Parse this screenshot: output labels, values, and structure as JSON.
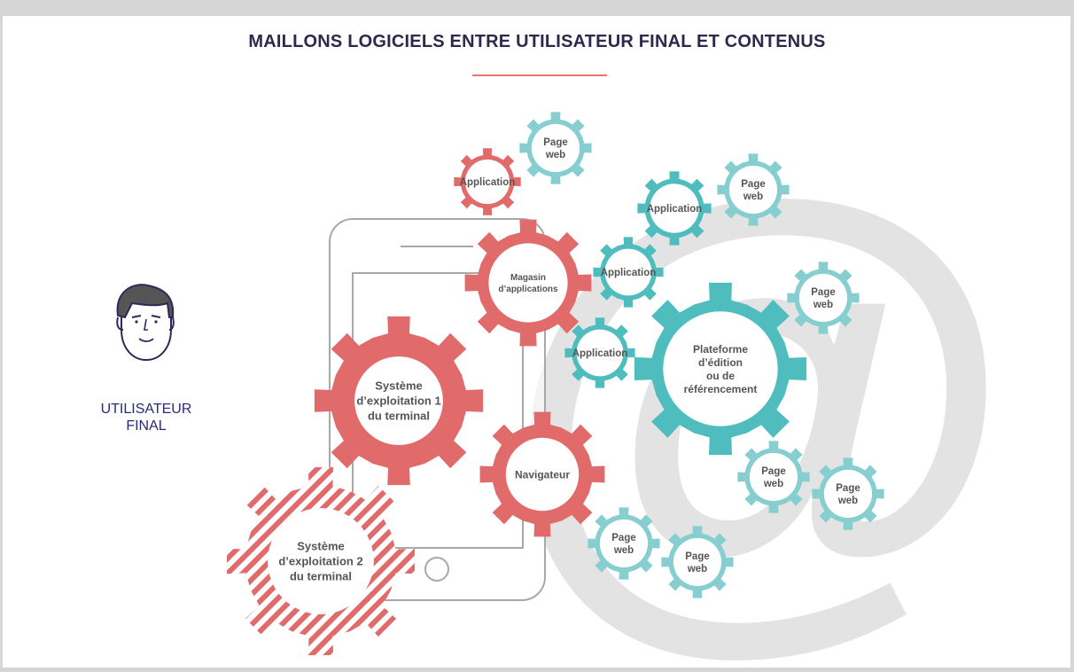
{
  "title": "MAILLONS LOGICIELS ENTRE UTILISATEUR FINAL ET CONTENUS",
  "user": {
    "label_line1": "UTILISATEUR",
    "label_line2": "FINAL",
    "icon": "user-face-icon"
  },
  "symbol": "@",
  "colors": {
    "title": "#2b2a4c",
    "accent_rule": "#e17673",
    "red_gear": "#e06b6a",
    "teal_gear": "#4fbcbe",
    "light_teal_gear": "#86ced0",
    "at_sign": "#e3e3e3",
    "phone_outline": "#a8a8a8"
  },
  "gears": [
    {
      "id": "os1",
      "lines": [
        "Système",
        "d’exploitation 1",
        "du terminal"
      ]
    },
    {
      "id": "os2",
      "lines": [
        "Système",
        "d’exploitation 2",
        "du terminal"
      ]
    },
    {
      "id": "store",
      "lines": [
        "Magasin",
        "d’applications"
      ]
    },
    {
      "id": "browser",
      "lines": [
        "Navigateur"
      ]
    },
    {
      "id": "app-top",
      "lines": [
        "Application"
      ]
    },
    {
      "id": "platform",
      "lines": [
        "Plateforme",
        "d’édition",
        "ou de",
        "référencement"
      ]
    },
    {
      "id": "app-1",
      "lines": [
        "Application"
      ]
    },
    {
      "id": "app-2",
      "lines": [
        "Application"
      ]
    },
    {
      "id": "app-3",
      "lines": [
        "Application"
      ]
    },
    {
      "id": "web-1",
      "lines": [
        "Page",
        "web"
      ]
    },
    {
      "id": "web-2",
      "lines": [
        "Page",
        "web"
      ]
    },
    {
      "id": "web-3",
      "lines": [
        "Page",
        "web"
      ]
    },
    {
      "id": "web-4",
      "lines": [
        "Page",
        "web"
      ]
    },
    {
      "id": "web-5",
      "lines": [
        "Page",
        "web"
      ]
    },
    {
      "id": "web-6",
      "lines": [
        "Page",
        "web"
      ]
    },
    {
      "id": "web-7",
      "lines": [
        "Page",
        "web"
      ]
    }
  ]
}
